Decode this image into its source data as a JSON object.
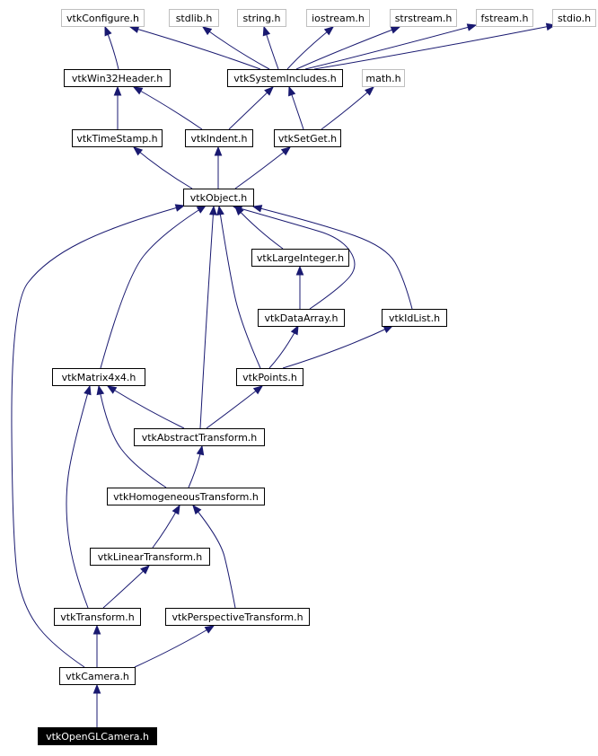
{
  "graph": {
    "colors": {
      "edge": "#191970",
      "node_border": "#000000",
      "external_border": "#bfbfbf",
      "root_fill": "#000000",
      "root_text": "#ffffff",
      "node_fill": "#ffffff"
    },
    "nodes": [
      {
        "id": "vtkConfigure",
        "label": "vtkConfigure.h",
        "kind": "external"
      },
      {
        "id": "stdlib",
        "label": "stdlib.h",
        "kind": "external"
      },
      {
        "id": "string",
        "label": "string.h",
        "kind": "external"
      },
      {
        "id": "iostream",
        "label": "iostream.h",
        "kind": "external"
      },
      {
        "id": "strstream",
        "label": "strstream.h",
        "kind": "external"
      },
      {
        "id": "fstream",
        "label": "fstream.h",
        "kind": "external"
      },
      {
        "id": "stdio",
        "label": "stdio.h",
        "kind": "external"
      },
      {
        "id": "vtkWin32Header",
        "label": "vtkWin32Header.h",
        "kind": "normal"
      },
      {
        "id": "vtkSystemIncludes",
        "label": "vtkSystemIncludes.h",
        "kind": "normal"
      },
      {
        "id": "math",
        "label": "math.h",
        "kind": "external"
      },
      {
        "id": "vtkTimeStamp",
        "label": "vtkTimeStamp.h",
        "kind": "normal"
      },
      {
        "id": "vtkIndent",
        "label": "vtkIndent.h",
        "kind": "normal"
      },
      {
        "id": "vtkSetGet",
        "label": "vtkSetGet.h",
        "kind": "normal"
      },
      {
        "id": "vtkObject",
        "label": "vtkObject.h",
        "kind": "normal"
      },
      {
        "id": "vtkLargeInteger",
        "label": "vtkLargeInteger.h",
        "kind": "normal"
      },
      {
        "id": "vtkDataArray",
        "label": "vtkDataArray.h",
        "kind": "normal"
      },
      {
        "id": "vtkIdList",
        "label": "vtkIdList.h",
        "kind": "normal"
      },
      {
        "id": "vtkMatrix4x4",
        "label": "vtkMatrix4x4.h",
        "kind": "normal"
      },
      {
        "id": "vtkPoints",
        "label": "vtkPoints.h",
        "kind": "normal"
      },
      {
        "id": "vtkAbstractTransform",
        "label": "vtkAbstractTransform.h",
        "kind": "normal"
      },
      {
        "id": "vtkHomogeneousTransform",
        "label": "vtkHomogeneousTransform.h",
        "kind": "normal"
      },
      {
        "id": "vtkLinearTransform",
        "label": "vtkLinearTransform.h",
        "kind": "normal"
      },
      {
        "id": "vtkTransform",
        "label": "vtkTransform.h",
        "kind": "normal"
      },
      {
        "id": "vtkPerspectiveTransform",
        "label": "vtkPerspectiveTransform.h",
        "kind": "normal"
      },
      {
        "id": "vtkCamera",
        "label": "vtkCamera.h",
        "kind": "normal"
      },
      {
        "id": "vtkOpenGLCamera",
        "label": "vtkOpenGLCamera.h",
        "kind": "root"
      }
    ],
    "edges": [
      {
        "from": "vtkOpenGLCamera",
        "to": "vtkCamera"
      },
      {
        "from": "vtkCamera",
        "to": "vtkObject"
      },
      {
        "from": "vtkCamera",
        "to": "vtkTransform"
      },
      {
        "from": "vtkCamera",
        "to": "vtkPerspectiveTransform"
      },
      {
        "from": "vtkTransform",
        "to": "vtkMatrix4x4"
      },
      {
        "from": "vtkTransform",
        "to": "vtkLinearTransform"
      },
      {
        "from": "vtkLinearTransform",
        "to": "vtkHomogeneousTransform"
      },
      {
        "from": "vtkPerspectiveTransform",
        "to": "vtkHomogeneousTransform"
      },
      {
        "from": "vtkHomogeneousTransform",
        "to": "vtkMatrix4x4"
      },
      {
        "from": "vtkHomogeneousTransform",
        "to": "vtkAbstractTransform"
      },
      {
        "from": "vtkAbstractTransform",
        "to": "vtkMatrix4x4"
      },
      {
        "from": "vtkAbstractTransform",
        "to": "vtkPoints"
      },
      {
        "from": "vtkAbstractTransform",
        "to": "vtkObject"
      },
      {
        "from": "vtkMatrix4x4",
        "to": "vtkObject"
      },
      {
        "from": "vtkPoints",
        "to": "vtkObject"
      },
      {
        "from": "vtkPoints",
        "to": "vtkDataArray"
      },
      {
        "from": "vtkPoints",
        "to": "vtkIdList"
      },
      {
        "from": "vtkDataArray",
        "to": "vtkLargeInteger"
      },
      {
        "from": "vtkDataArray",
        "to": "vtkObject"
      },
      {
        "from": "vtkIdList",
        "to": "vtkObject"
      },
      {
        "from": "vtkLargeInteger",
        "to": "vtkObject"
      },
      {
        "from": "vtkObject",
        "to": "vtkTimeStamp"
      },
      {
        "from": "vtkObject",
        "to": "vtkIndent"
      },
      {
        "from": "vtkObject",
        "to": "vtkSetGet"
      },
      {
        "from": "vtkTimeStamp",
        "to": "vtkWin32Header"
      },
      {
        "from": "vtkIndent",
        "to": "vtkWin32Header"
      },
      {
        "from": "vtkIndent",
        "to": "vtkSystemIncludes"
      },
      {
        "from": "vtkSetGet",
        "to": "vtkSystemIncludes"
      },
      {
        "from": "vtkSetGet",
        "to": "math"
      },
      {
        "from": "vtkWin32Header",
        "to": "vtkConfigure"
      },
      {
        "from": "vtkSystemIncludes",
        "to": "vtkConfigure"
      },
      {
        "from": "vtkSystemIncludes",
        "to": "stdlib"
      },
      {
        "from": "vtkSystemIncludes",
        "to": "string"
      },
      {
        "from": "vtkSystemIncludes",
        "to": "iostream"
      },
      {
        "from": "vtkSystemIncludes",
        "to": "strstream"
      },
      {
        "from": "vtkSystemIncludes",
        "to": "fstream"
      },
      {
        "from": "vtkSystemIncludes",
        "to": "stdio"
      }
    ]
  }
}
